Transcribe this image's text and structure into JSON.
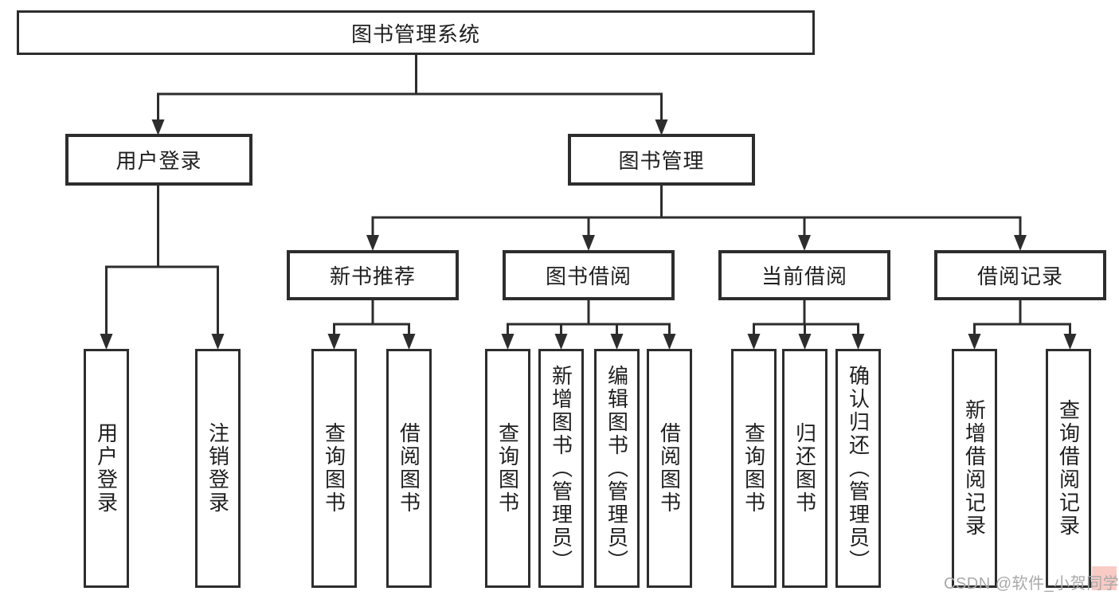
{
  "diagram": {
    "root": {
      "label": "图书管理系统"
    },
    "level2": [
      {
        "label": "用户登录"
      },
      {
        "label": "图书管理"
      }
    ],
    "level3": [
      {
        "label": "新书推荐"
      },
      {
        "label": "图书借阅"
      },
      {
        "label": "当前借阅"
      },
      {
        "label": "借阅记录"
      }
    ],
    "leaves": {
      "user_login": [
        "用户登录",
        "注销登录"
      ],
      "new_book_recommend": [
        "查询图书",
        "借阅图书"
      ],
      "book_borrow": [
        "查询图书",
        "新增图书（管理员）",
        "编辑图书（管理员）",
        "借阅图书"
      ],
      "current_borrow": [
        "查询图书",
        "归还图书",
        "确认归还（管理员）"
      ],
      "borrow_records": [
        "新增借阅记录",
        "查询借阅记录"
      ]
    }
  },
  "watermark": "CSDN @软件_小贺同学",
  "colors": {
    "line": "#2d2d2d",
    "text": "#1f1f1f",
    "watermark": "#a9a9a9",
    "tint": "#f2a096",
    "background": "#ffffff"
  }
}
